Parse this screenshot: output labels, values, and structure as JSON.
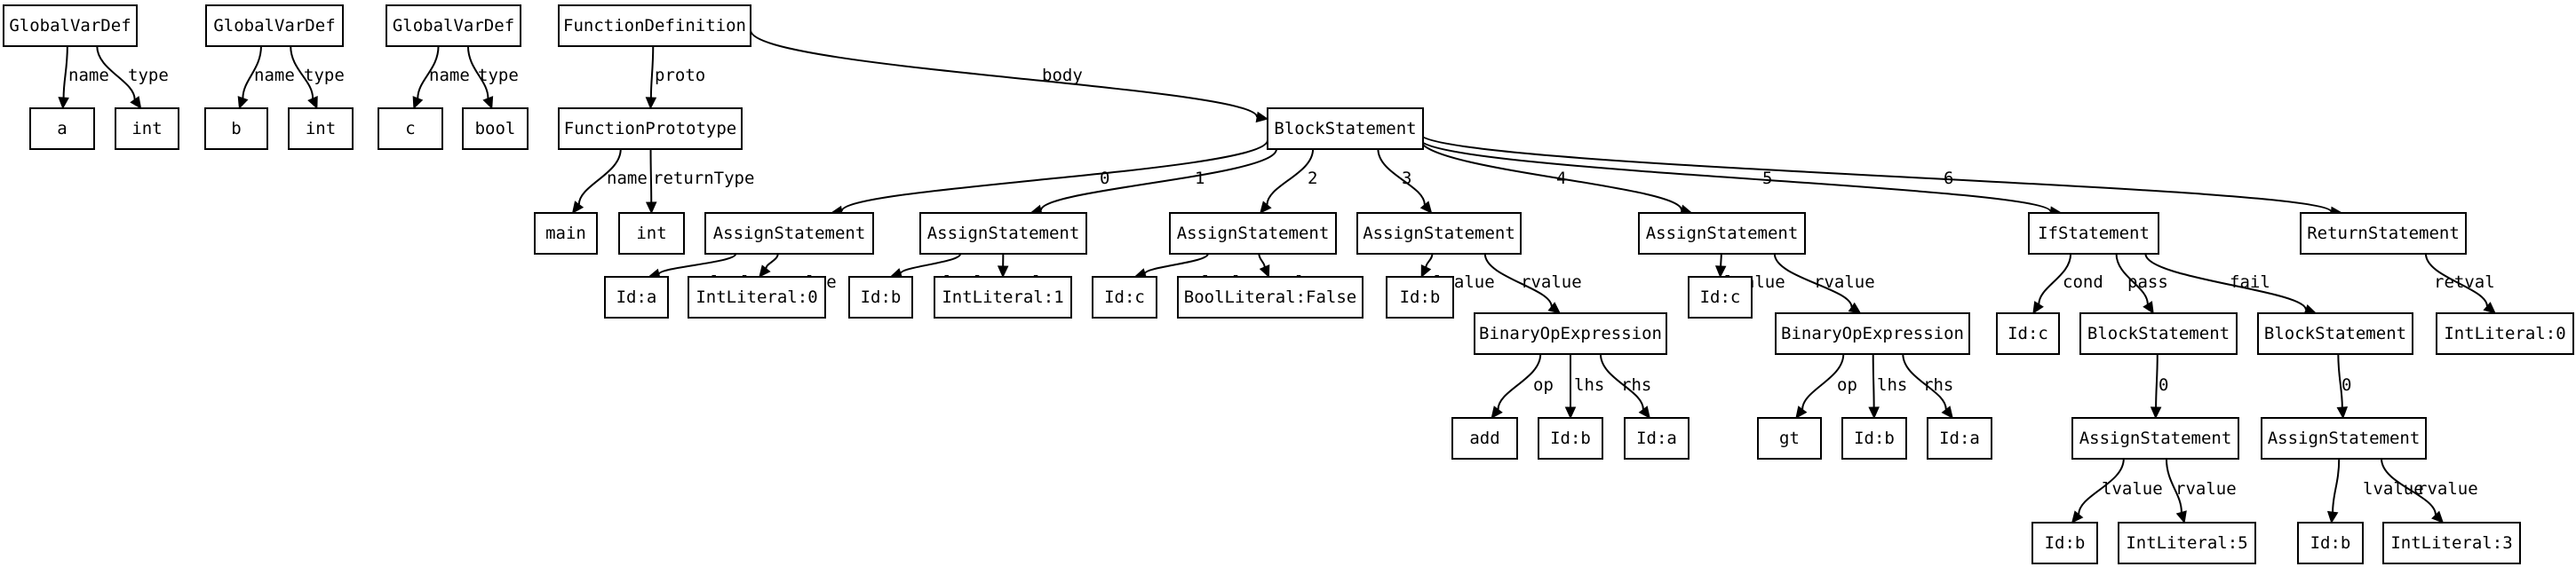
{
  "nodes": [
    {
      "id": "g1",
      "label": "GlobalVarDef"
    },
    {
      "id": "g1n",
      "label": "a"
    },
    {
      "id": "g1t",
      "label": "int"
    },
    {
      "id": "g2",
      "label": "GlobalVarDef"
    },
    {
      "id": "g2n",
      "label": "b"
    },
    {
      "id": "g2t",
      "label": "int"
    },
    {
      "id": "g3",
      "label": "GlobalVarDef"
    },
    {
      "id": "g3n",
      "label": "c"
    },
    {
      "id": "g3t",
      "label": "bool"
    },
    {
      "id": "fd",
      "label": "FunctionDefinition"
    },
    {
      "id": "fp",
      "label": "FunctionPrototype"
    },
    {
      "id": "fpn",
      "label": "main"
    },
    {
      "id": "fpr",
      "label": "int"
    },
    {
      "id": "bs",
      "label": "BlockStatement"
    },
    {
      "id": "as0",
      "label": "AssignStatement"
    },
    {
      "id": "as0l",
      "label": "Id:a"
    },
    {
      "id": "as0r",
      "label": "IntLiteral:0"
    },
    {
      "id": "as1",
      "label": "AssignStatement"
    },
    {
      "id": "as1l",
      "label": "Id:b"
    },
    {
      "id": "as1r",
      "label": "IntLiteral:1"
    },
    {
      "id": "as2",
      "label": "AssignStatement"
    },
    {
      "id": "as2l",
      "label": "Id:c"
    },
    {
      "id": "as2r",
      "label": "BoolLiteral:False"
    },
    {
      "id": "as3",
      "label": "AssignStatement"
    },
    {
      "id": "as3l",
      "label": "Id:b"
    },
    {
      "id": "boe1",
      "label": "BinaryOpExpression"
    },
    {
      "id": "boe1op",
      "label": "add"
    },
    {
      "id": "boe1l",
      "label": "Id:b"
    },
    {
      "id": "boe1r",
      "label": "Id:a"
    },
    {
      "id": "as4",
      "label": "AssignStatement"
    },
    {
      "id": "as4l",
      "label": "Id:c"
    },
    {
      "id": "boe2",
      "label": "BinaryOpExpression"
    },
    {
      "id": "boe2op",
      "label": "gt"
    },
    {
      "id": "boe2l",
      "label": "Id:b"
    },
    {
      "id": "boe2r",
      "label": "Id:a"
    },
    {
      "id": "ifs",
      "label": "IfStatement"
    },
    {
      "id": "ifc",
      "label": "Id:c"
    },
    {
      "id": "bsp",
      "label": "BlockStatement"
    },
    {
      "id": "bsf",
      "label": "BlockStatement"
    },
    {
      "id": "asp",
      "label": "AssignStatement"
    },
    {
      "id": "aspl",
      "label": "Id:b"
    },
    {
      "id": "aspr",
      "label": "IntLiteral:5"
    },
    {
      "id": "asf",
      "label": "AssignStatement"
    },
    {
      "id": "asfl",
      "label": "Id:b"
    },
    {
      "id": "asfr",
      "label": "IntLiteral:3"
    },
    {
      "id": "rs",
      "label": "ReturnStatement"
    },
    {
      "id": "rsv",
      "label": "IntLiteral:0"
    }
  ],
  "edges": [
    {
      "id": "e1",
      "from": "g1",
      "to": "g1n",
      "label": "name"
    },
    {
      "id": "e2",
      "from": "g1",
      "to": "g1t",
      "label": "type"
    },
    {
      "id": "e3",
      "from": "g2",
      "to": "g2n",
      "label": "name"
    },
    {
      "id": "e4",
      "from": "g2",
      "to": "g2t",
      "label": "type"
    },
    {
      "id": "e5",
      "from": "g3",
      "to": "g3n",
      "label": "name"
    },
    {
      "id": "e6",
      "from": "g3",
      "to": "g3t",
      "label": "type"
    },
    {
      "id": "e7",
      "from": "fd",
      "to": "fp",
      "label": "proto"
    },
    {
      "id": "e8",
      "from": "fd",
      "to": "bs",
      "label": "body"
    },
    {
      "id": "e9",
      "from": "fp",
      "to": "fpn",
      "label": "name"
    },
    {
      "id": "e10",
      "from": "fp",
      "to": "fpr",
      "label": "returnType"
    },
    {
      "id": "e11",
      "from": "bs",
      "to": "as0",
      "label": "0"
    },
    {
      "id": "e12",
      "from": "bs",
      "to": "as1",
      "label": "1"
    },
    {
      "id": "e13",
      "from": "bs",
      "to": "as2",
      "label": "2"
    },
    {
      "id": "e14",
      "from": "bs",
      "to": "as3",
      "label": "3"
    },
    {
      "id": "e15",
      "from": "bs",
      "to": "as4",
      "label": "4"
    },
    {
      "id": "e16",
      "from": "bs",
      "to": "ifs",
      "label": "5"
    },
    {
      "id": "e17",
      "from": "bs",
      "to": "rs",
      "label": "6"
    },
    {
      "id": "e18",
      "from": "as0",
      "to": "as0l",
      "label": "lvalue"
    },
    {
      "id": "e19",
      "from": "as0",
      "to": "as0r",
      "label": "rvalue"
    },
    {
      "id": "e20",
      "from": "as1",
      "to": "as1l",
      "label": "lvalue"
    },
    {
      "id": "e21",
      "from": "as1",
      "to": "as1r",
      "label": "rvalue"
    },
    {
      "id": "e22",
      "from": "as2",
      "to": "as2l",
      "label": "lvalue"
    },
    {
      "id": "e23",
      "from": "as2",
      "to": "as2r",
      "label": "rvalue"
    },
    {
      "id": "e24",
      "from": "as3",
      "to": "as3l",
      "label": "lvalue"
    },
    {
      "id": "e25",
      "from": "as3",
      "to": "boe1",
      "label": "rvalue"
    },
    {
      "id": "e26",
      "from": "boe1",
      "to": "boe1op",
      "label": "op"
    },
    {
      "id": "e27",
      "from": "boe1",
      "to": "boe1l",
      "label": "lhs"
    },
    {
      "id": "e28",
      "from": "boe1",
      "to": "boe1r",
      "label": "rhs"
    },
    {
      "id": "e29",
      "from": "as4",
      "to": "as4l",
      "label": "lvalue"
    },
    {
      "id": "e30",
      "from": "as4",
      "to": "boe2",
      "label": "rvalue"
    },
    {
      "id": "e31",
      "from": "boe2",
      "to": "boe2op",
      "label": "op"
    },
    {
      "id": "e32",
      "from": "boe2",
      "to": "boe2l",
      "label": "lhs"
    },
    {
      "id": "e33",
      "from": "boe2",
      "to": "boe2r",
      "label": "rhs"
    },
    {
      "id": "e34",
      "from": "ifs",
      "to": "ifc",
      "label": "cond"
    },
    {
      "id": "e35",
      "from": "ifs",
      "to": "bsp",
      "label": "pass"
    },
    {
      "id": "e36",
      "from": "ifs",
      "to": "bsf",
      "label": "fail"
    },
    {
      "id": "e37",
      "from": "bsp",
      "to": "asp",
      "label": "0"
    },
    {
      "id": "e38",
      "from": "bsf",
      "to": "asf",
      "label": "0"
    },
    {
      "id": "e39",
      "from": "asp",
      "to": "aspl",
      "label": "lvalue"
    },
    {
      "id": "e40",
      "from": "asp",
      "to": "aspr",
      "label": "rvalue"
    },
    {
      "id": "e41",
      "from": "asf",
      "to": "asfl",
      "label": "lvalue"
    },
    {
      "id": "e42",
      "from": "asf",
      "to": "asfr",
      "label": "rvalue"
    },
    {
      "id": "e43",
      "from": "rs",
      "to": "rsv",
      "label": "retval"
    }
  ]
}
